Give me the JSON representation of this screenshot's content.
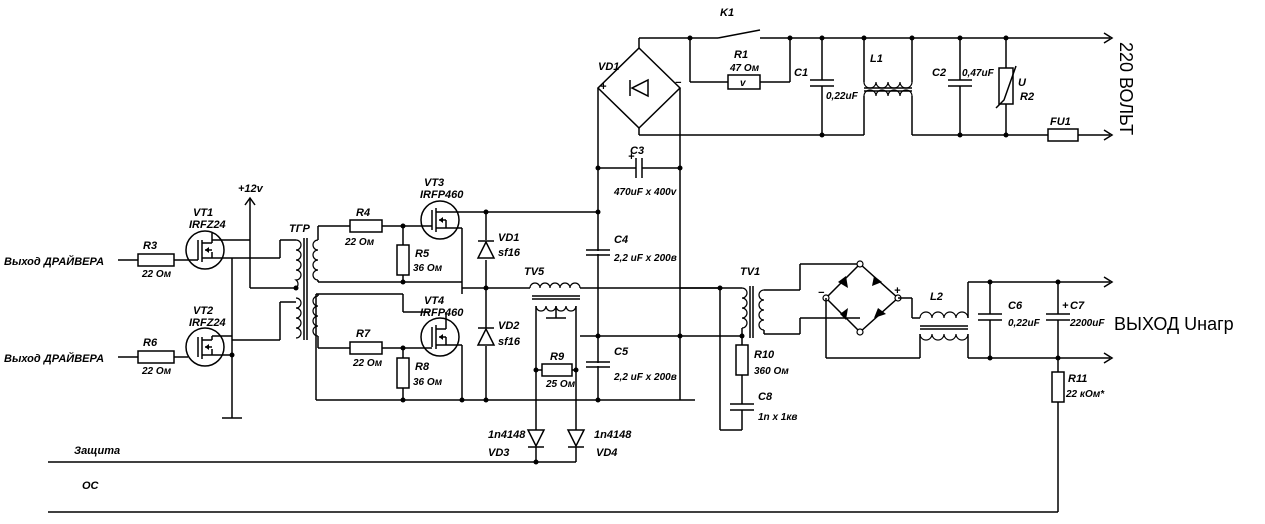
{
  "labels": {
    "driver_out_1": "Выход ДРАЙВЕРА",
    "driver_out_2": "Выход ДРАЙВЕРА",
    "protection": "Защита",
    "feedback": "ОС",
    "supply": "+12v",
    "mains": "220 ВОЛЬТ",
    "output": "ВЫХОД Uнагр"
  },
  "components": {
    "R3": {
      "ref": "R3",
      "value": "22 Ом"
    },
    "R6": {
      "ref": "R6",
      "value": "22 Ом"
    },
    "VT1": {
      "ref": "VT1",
      "type": "IRFZ24"
    },
    "VT2": {
      "ref": "VT2",
      "type": "IRFZ24"
    },
    "TGR": {
      "ref": "ТГР"
    },
    "R4": {
      "ref": "R4",
      "value": "22 Ом"
    },
    "R5": {
      "ref": "R5",
      "value": "36 Ом"
    },
    "R7": {
      "ref": "R7",
      "value": "22 Ом"
    },
    "R8": {
      "ref": "R8",
      "value": "36 Ом"
    },
    "VT3": {
      "ref": "VT3",
      "type": "IRFP460"
    },
    "VT4": {
      "ref": "VT4",
      "type": "IRFP460"
    },
    "VD1a": {
      "ref": "VD1",
      "type": "sf16"
    },
    "VD2": {
      "ref": "VD2",
      "type": "sf16"
    },
    "TV5": {
      "ref": "TV5"
    },
    "R9": {
      "ref": "R9",
      "value": "25 Ом"
    },
    "VD3": {
      "ref": "VD3",
      "type": "1n4148"
    },
    "VD4": {
      "ref": "VD4",
      "type": "1n4148"
    },
    "C3": {
      "ref": "C3",
      "value": "470uF x 400v"
    },
    "C4": {
      "ref": "C4",
      "value": "2,2 uF x 200в"
    },
    "C5": {
      "ref": "C5",
      "value": "2,2 uF x 200в"
    },
    "VD1b": {
      "ref": "VD1"
    },
    "K1": {
      "ref": "K1"
    },
    "R1": {
      "ref": "R1",
      "value": "47 Ом"
    },
    "C1": {
      "ref": "C1",
      "value": "0,22uF"
    },
    "L1": {
      "ref": "L1"
    },
    "C2": {
      "ref": "C2",
      "value": "0,47uF"
    },
    "R2": {
      "ref": "R2",
      "mark": "U"
    },
    "FU1": {
      "ref": "FU1"
    },
    "TV1": {
      "ref": "TV1"
    },
    "R10": {
      "ref": "R10",
      "value": "360 Ом"
    },
    "C8": {
      "ref": "C8",
      "value": "1n x 1кв"
    },
    "L2": {
      "ref": "L2"
    },
    "C6": {
      "ref": "C6",
      "value": "0,22uF"
    },
    "C7": {
      "ref": "C7",
      "value": "2200uF"
    },
    "R11": {
      "ref": "R11",
      "value": "22 кОм*"
    }
  }
}
